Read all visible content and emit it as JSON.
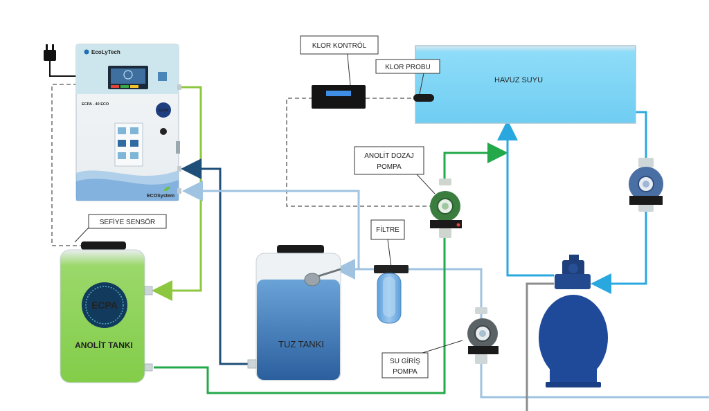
{
  "device": {
    "brand": "EcoLyTech",
    "model": "ECPA - 40 ECO",
    "badge": "ECPA",
    "eco_brand": "ECOSystem"
  },
  "labels": {
    "klor_kontrol": "KLOR KONTRÖL",
    "klor_probu": "KLOR PROBU",
    "havuz_suyu": "HAVUZ SUYU",
    "anolit_dozaj_pompa_line1": "ANOLİT DOZAJ",
    "anolit_dozaj_pompa_line2": "POMPA",
    "filtre": "FİLTRE",
    "sefiye_sensor": "SEFİYE  SENSÖR",
    "tuz_tanki": "TUZ  TANKI",
    "anolit_tanki": "ANOLİT TANKI",
    "anolit_logo": "ECPA",
    "su_giris_pompa_line1": "SU GİRİŞ",
    "su_giris_pompa_line2": "POMPA"
  },
  "colors": {
    "green_line": "#23a84a",
    "light_green_line": "#8dc63f",
    "light_blue_line": "#9fc3e0",
    "dark_blue_line": "#1f4e79",
    "cyan_line": "#29a8e0",
    "gray_line": "#8c8c8c",
    "pool_water": "#7fd4f5",
    "anolit_tank": "#8fd45a",
    "salt_water": "#3f7fc0",
    "sand_filter": "#1f4a9a",
    "anolit_title": "#b01c1c"
  }
}
